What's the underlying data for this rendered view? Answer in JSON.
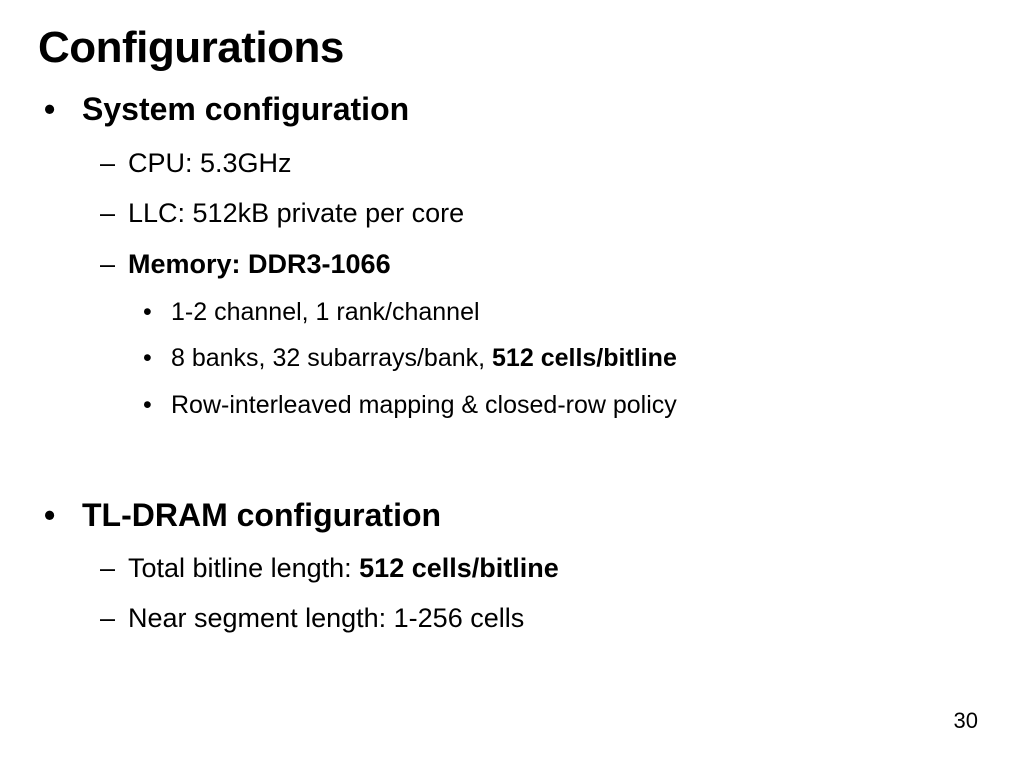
{
  "slide": {
    "title": "Configurations",
    "page_number": "30",
    "bullet_glyph": "•",
    "dash_glyph": "–",
    "system": {
      "heading": "System configuration",
      "cpu": "CPU: 5.3GHz",
      "llc": "LLC: 512kB private per core",
      "memory": "Memory: DDR3-1066",
      "channel": "1-2 channel, 1 rank/channel",
      "banks_prefix": "8 banks, 32 subarrays/bank, ",
      "banks_bold": "512 cells/bitline",
      "mapping": "Row-interleaved mapping & closed-row policy"
    },
    "tldram": {
      "heading": "TL-DRAM configuration",
      "bitline_prefix": "Total bitline length: ",
      "bitline_bold": "512 cells/bitline",
      "near_segment": "Near segment length: 1-256 cells"
    }
  }
}
